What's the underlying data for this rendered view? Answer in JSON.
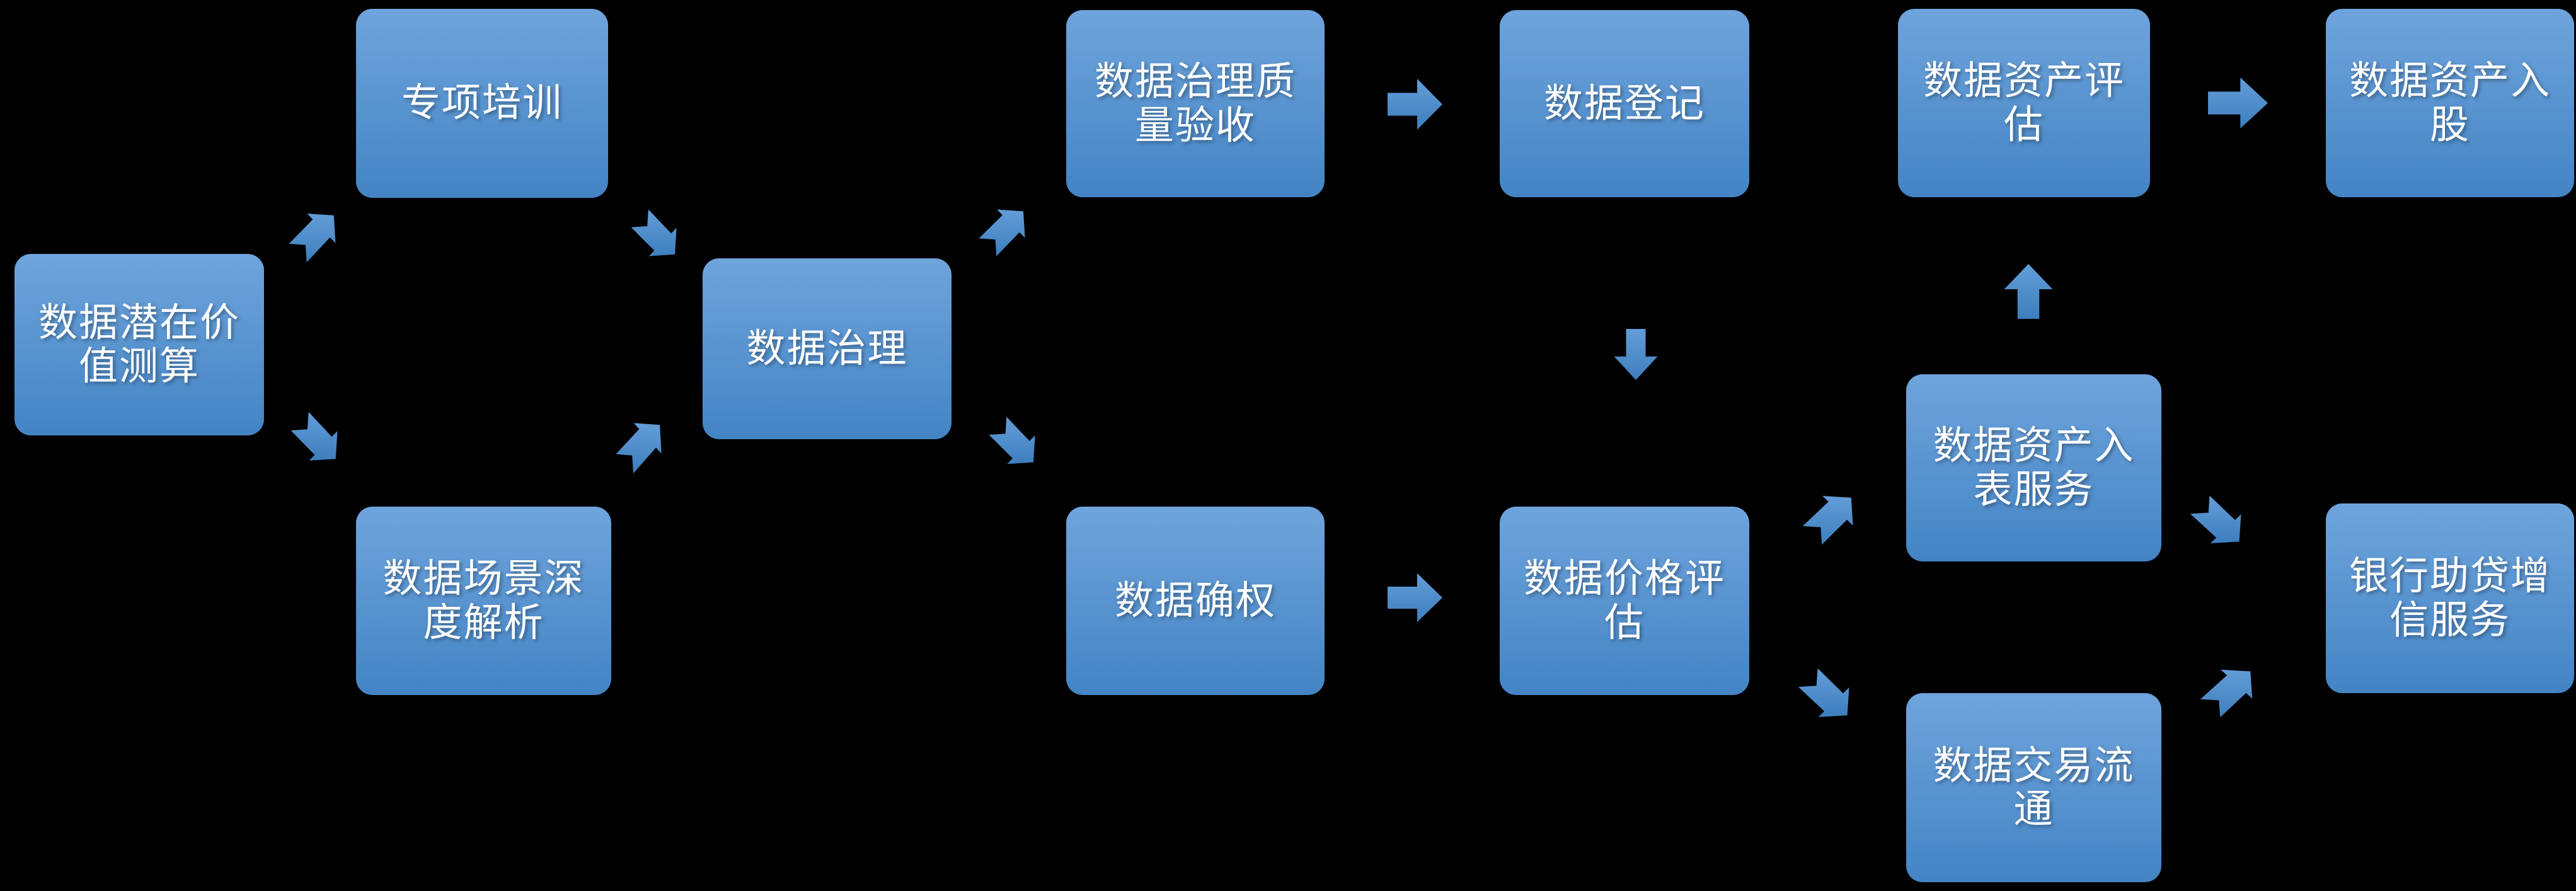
{
  "colors": {
    "background": "#000000",
    "node_top": "#6FA4DC",
    "node_bottom": "#4384C4",
    "arrow_top": "#639DD8",
    "arrow_bottom": "#3D7EBD",
    "text": "#FFFFFF"
  },
  "nodes": [
    {
      "id": "potential-value",
      "label": "数据潜在价值测算",
      "lines": [
        "数据潜在价",
        "值测算"
      ]
    },
    {
      "id": "training",
      "label": "专项培训",
      "lines": [
        "专项培训"
      ]
    },
    {
      "id": "scenario",
      "label": "数据场景深度解析",
      "lines": [
        "数据场景深",
        "度解析"
      ]
    },
    {
      "id": "governance",
      "label": "数据治理",
      "lines": [
        "数据治理"
      ]
    },
    {
      "id": "quality",
      "label": "数据治理质量验收",
      "lines": [
        "数据治理质",
        "量验收"
      ]
    },
    {
      "id": "registration",
      "label": "数据登记",
      "lines": [
        "数据登记"
      ]
    },
    {
      "id": "rights",
      "label": "数据确权",
      "lines": [
        "数据确权"
      ]
    },
    {
      "id": "price",
      "label": "数据价格评估",
      "lines": [
        "数据价格评",
        "估"
      ]
    },
    {
      "id": "asset-eval",
      "label": "数据资产评估",
      "lines": [
        "数据资产评",
        "估"
      ]
    },
    {
      "id": "equity",
      "label": "数据资产入股",
      "lines": [
        "数据资产入",
        "股"
      ]
    },
    {
      "id": "entry",
      "label": "数据资产入表服务",
      "lines": [
        "数据资产入",
        "表服务"
      ]
    },
    {
      "id": "trading",
      "label": "数据交易流通",
      "lines": [
        "数据交易流",
        "通"
      ]
    },
    {
      "id": "bank",
      "label": "银行助贷增信服务",
      "lines": [
        "银行助贷增",
        "信服务"
      ]
    }
  ],
  "edges": [
    {
      "from": "数据潜在价值测算",
      "to": "专项培训"
    },
    {
      "from": "数据潜在价值测算",
      "to": "数据场景深度解析"
    },
    {
      "from": "专项培训",
      "to": "数据治理"
    },
    {
      "from": "数据场景深度解析",
      "to": "数据治理"
    },
    {
      "from": "数据治理",
      "to": "数据治理质量验收"
    },
    {
      "from": "数据治理",
      "to": "数据确权"
    },
    {
      "from": "数据治理质量验收",
      "to": "数据登记"
    },
    {
      "from": "数据登记",
      "to": "数据价格评估"
    },
    {
      "from": "数据确权",
      "to": "数据价格评估"
    },
    {
      "from": "数据价格评估",
      "to": "数据资产入表服务"
    },
    {
      "from": "数据价格评估",
      "to": "数据交易流通"
    },
    {
      "from": "数据资产入表服务",
      "to": "数据资产评估"
    },
    {
      "from": "数据资产入表服务",
      "to": "银行助贷增信服务"
    },
    {
      "from": "数据交易流通",
      "to": "银行助贷增信服务"
    },
    {
      "from": "数据资产评估",
      "to": "数据资产入股"
    }
  ]
}
